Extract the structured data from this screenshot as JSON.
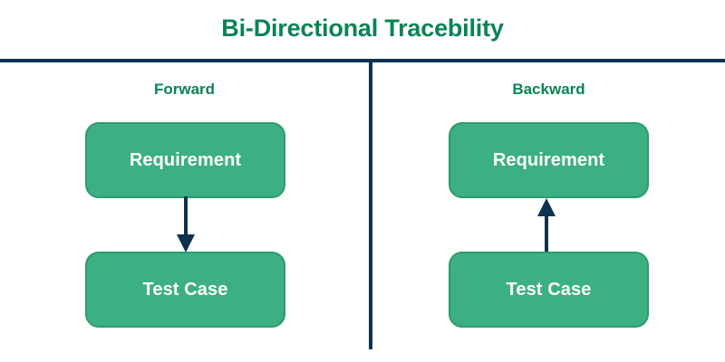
{
  "title": "Bi-Directional Tracebility",
  "colors": {
    "title_green": "#0a8455",
    "box_green": "#3cb083",
    "box_border_green": "#2d9b6d",
    "rule_navy": "#0c3250",
    "arrow_navy": "#0c3250",
    "box_text": "#ffffff",
    "background": "#ffffff"
  },
  "panels": [
    {
      "key": "forward",
      "title": "Forward",
      "top_node": "Requirement",
      "bottom_node": "Test Case",
      "arrow_direction": "down",
      "arrow_from": "Requirement",
      "arrow_to": "Test Case"
    },
    {
      "key": "backward",
      "title": "Backward",
      "top_node": "Requirement",
      "bottom_node": "Test Case",
      "arrow_direction": "up",
      "arrow_from": "Test Case",
      "arrow_to": "Requirement"
    }
  ]
}
